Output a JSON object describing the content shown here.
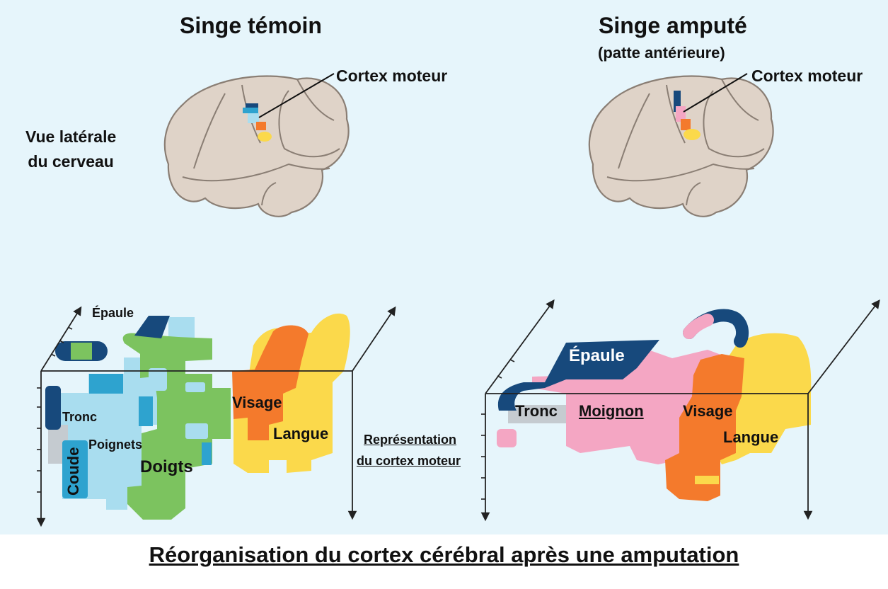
{
  "titles": {
    "left": "Singe témoin",
    "right": "Singe amputé",
    "right_sub": "(patte antérieure)"
  },
  "brain_labels": {
    "left_cortex": "Cortex moteur",
    "right_cortex": "Cortex moteur",
    "view_line1": "Vue latérale",
    "view_line2": "du cerveau"
  },
  "left_map": {
    "epaule": "Épaule",
    "tronc": "Tronc",
    "poignets": "Poignets",
    "coude": "Coude",
    "doigts": "Doigts",
    "visage": "Visage",
    "langue": "Langue"
  },
  "right_map": {
    "epaule": "Épaule",
    "tronc": "Tronc",
    "moignon": "Moignon",
    "visage": "Visage",
    "langue": "Langue"
  },
  "middle": {
    "line1": "Représentation",
    "line2": "du cortex moteur"
  },
  "caption": "Réorganisation du cortex cérébral après une amputation",
  "colors": {
    "background": "#e6f5fb",
    "brain": "#dfd3c8",
    "light_blue": "#a9ddef",
    "mid_blue": "#2ea3cf",
    "dark_blue": "#17497c",
    "green": "#7cc35f",
    "orange": "#f47a2c",
    "yellow": "#fbd94b",
    "pink": "#f4a6c3",
    "grey": "#c5cbd0"
  }
}
